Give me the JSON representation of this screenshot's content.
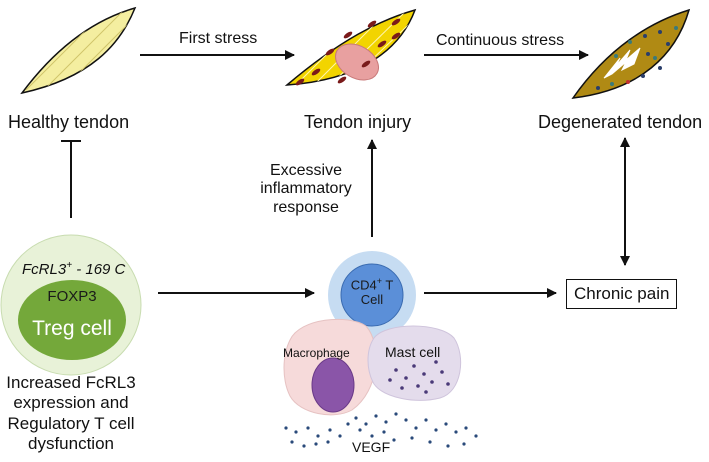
{
  "stages": {
    "healthy": "Healthy tendon",
    "injury": "Tendon injury",
    "degenerated": "Degenerated tendon"
  },
  "arrows": {
    "first_stress": "First stress",
    "continuous_stress": "Continuous stress",
    "excessive_response": "Excessive inflammatory response"
  },
  "excessive_lines": [
    "Excessive",
    "inflammatory",
    "response"
  ],
  "treg": {
    "header_main": "FcRL3",
    "header_sup": "+",
    "header_rest": " - 169 C",
    "foxp3": "FOXP3",
    "treg_label": "Treg cell",
    "caption_lines": [
      "Increased FcRL3",
      "expression and",
      "Regulatory T cell",
      "dysfunction"
    ]
  },
  "cd4": {
    "line1_main": "CD4",
    "line1_sup": "+",
    "line1_rest": " T",
    "line2": "Cell"
  },
  "chronic_pain": "Chronic pain",
  "macrophage": "Macrophage",
  "mast_cell": "Mast cell",
  "vegf": "VEGF",
  "colors": {
    "healthy_tendon": "#f4eea0",
    "injured_tendon": "#f2d400",
    "degenerated_tendon": "#b08a14",
    "treg_outer": "#e8f2d8",
    "treg_inner": "#74a83a",
    "cd4_outer": "#c6dcf2",
    "cd4_inner": "#5b8fd8",
    "macrophage_bg": "#f6dada",
    "macrophage_nucleus": "#8a55a8",
    "mast_bg": "#e4dcec",
    "injury_patch": "#e8a0a0",
    "dots": "#2a4a7a"
  }
}
